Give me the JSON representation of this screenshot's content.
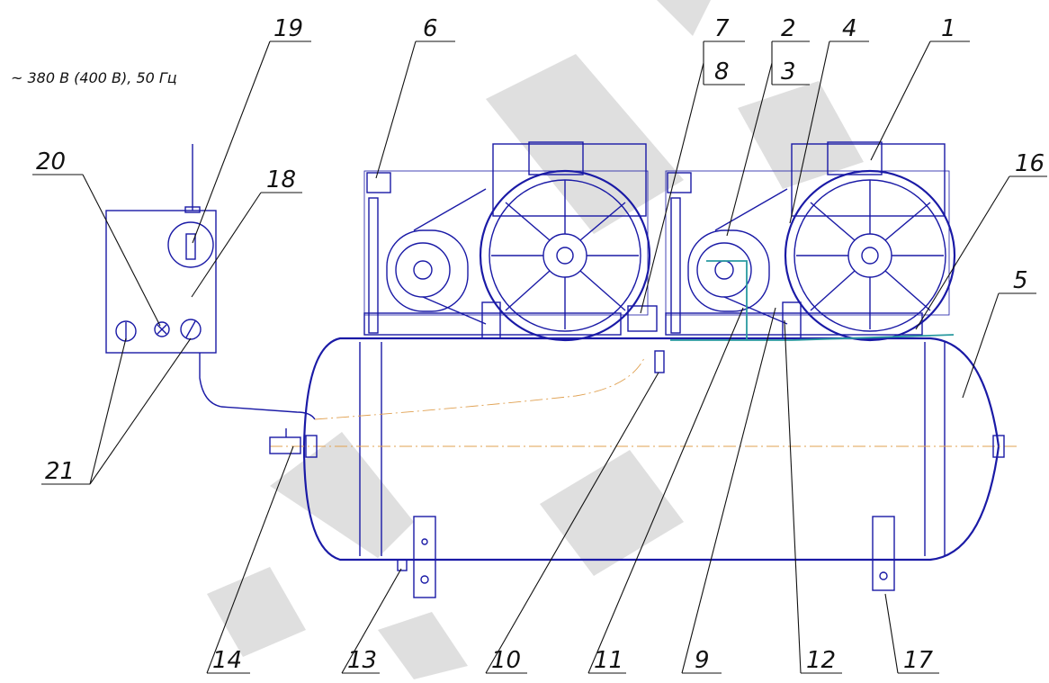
{
  "supply_label": "~ 380 В (400 В), 50 Гц",
  "colors": {
    "lines": "#1a1aa6",
    "axis": "#e0a050",
    "pipe": "#2a9aa0",
    "watermark": "#d4d4d4"
  },
  "callouts": {
    "c1": "1",
    "c2": "2",
    "c3": "3",
    "c4": "4",
    "c5": "5",
    "c6": "6",
    "c7": "7",
    "c8": "8",
    "c9": "9",
    "c10": "10",
    "c11": "11",
    "c12": "12",
    "c13": "13",
    "c14": "14",
    "c16": "16",
    "c17": "17",
    "c18": "18",
    "c19": "19",
    "c20": "20",
    "c21": "21"
  }
}
